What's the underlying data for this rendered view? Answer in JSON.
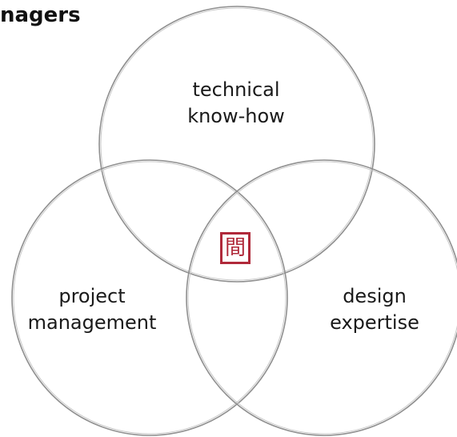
{
  "heading": "nagers",
  "diagram": {
    "circles": [
      {
        "id": "technical-know-how",
        "lines": [
          "technical",
          "know-how"
        ]
      },
      {
        "id": "project-management",
        "lines": [
          "project",
          "management"
        ]
      },
      {
        "id": "design-expertise",
        "lines": [
          "design",
          "expertise"
        ]
      }
    ],
    "center_seal": "間"
  },
  "colors": {
    "circle_stroke": "#8f8f8f",
    "seal": "#b0293a",
    "text": "#1a1a1a"
  }
}
